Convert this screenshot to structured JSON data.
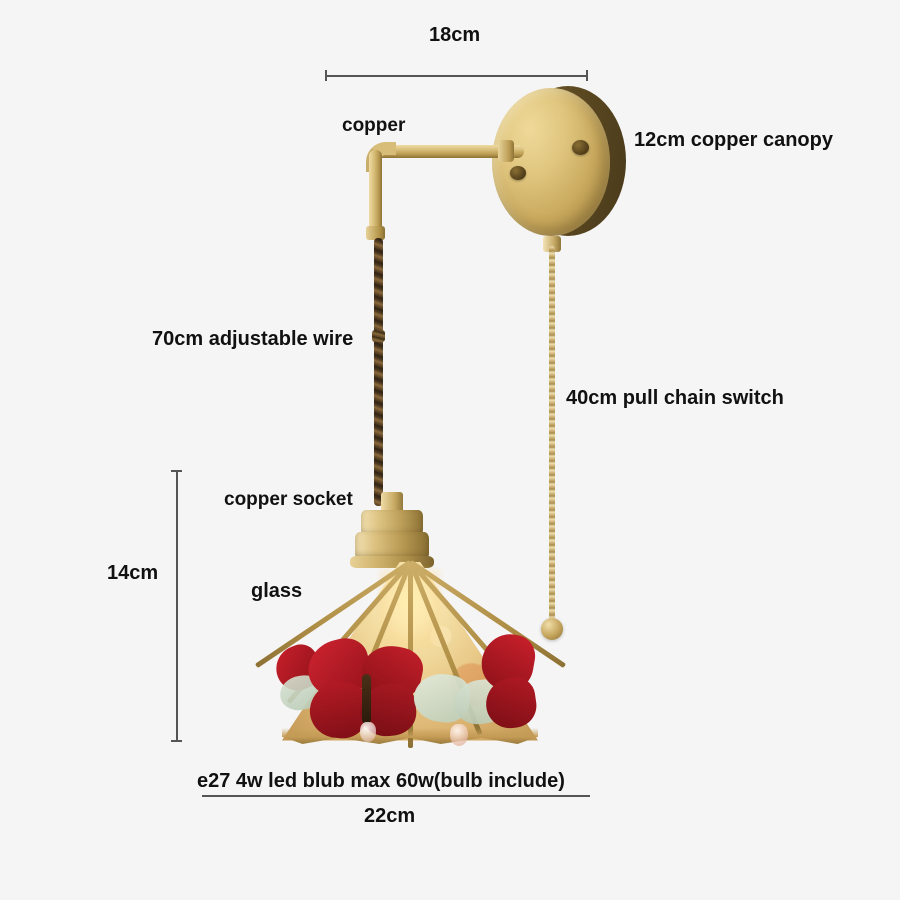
{
  "product": {
    "type": "wall-sconce-dimension-diagram",
    "background_color": "#f5f5f5"
  },
  "dimensions": {
    "top_width": "18cm",
    "shade_height": "14cm",
    "shade_width": "22cm"
  },
  "labels": {
    "copper": "copper",
    "canopy": "12cm copper canopy",
    "wire": "70cm adjustable wire",
    "pull_chain": "40cm pull chain switch",
    "socket": "copper socket",
    "glass": "glass",
    "bulb": "e27 4w led blub max 60w(bulb include)"
  },
  "colors": {
    "brass": "#d7bd78",
    "brass_dark": "#8d7236",
    "glass_amber": "#e8c887",
    "butterfly_red": "#b21b24",
    "cord_brown": "#4a3620",
    "text": "#111111",
    "dim_line": "#555555"
  },
  "parts": {
    "canopy": "copper-canopy-disc",
    "arm": "copper-swing-arm",
    "cord": "twisted-fabric-cord",
    "socket": "copper-lamp-socket",
    "shade": "amber-glass-cone-shade",
    "butterflies": "red-glass-butterflies",
    "chain": "brass-ball-pull-chain"
  }
}
